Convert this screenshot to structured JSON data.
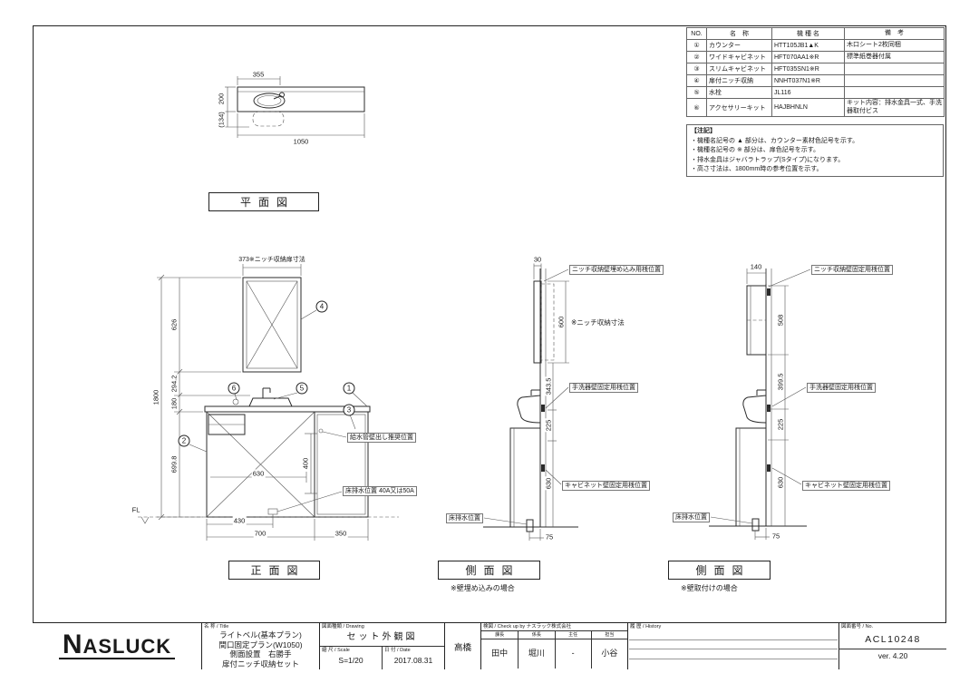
{
  "parts_table": {
    "headers": {
      "no": "NO.",
      "name": "名　称",
      "model": "機 種 名",
      "note": "備　考"
    },
    "rows": [
      {
        "no": "①",
        "name": "カウンター",
        "model": "HTT105JB1▲K",
        "note": "木口シート2枚同梱"
      },
      {
        "no": "②",
        "name": "ワイドキャビネット",
        "model": "HFT070AA1※R",
        "note": "標準紙巻器付属"
      },
      {
        "no": "③",
        "name": "スリムキャビネット",
        "model": "HFT035SN1※R",
        "note": ""
      },
      {
        "no": "④",
        "name": "扉付ニッチ収納",
        "model": "NNHT037N1※R",
        "note": ""
      },
      {
        "no": "⑤",
        "name": "水栓",
        "model": "JL116",
        "note": ""
      },
      {
        "no": "⑥",
        "name": "アクセサリーキット",
        "model": "HAJBHNLN",
        "note": "キット内容：排水金具一式、手洗器取付ビス"
      }
    ]
  },
  "notes": {
    "title": "【注記】",
    "item1": "・機種名記号の ▲ 部分は、カウンター素材色記号を示す。",
    "item2": "・機種名記号の ※ 部分は、扉色記号を示す。",
    "item3": "・排水金具はジャバラトラップ(Sタイプ)になります。",
    "item4": "・高さ寸法は、1800mm時の参考位置を示す。"
  },
  "plan_view": {
    "label": "平面図",
    "dim_355": "355",
    "dim_200": "200",
    "dim_134": "(134)",
    "dim_1050": "1050"
  },
  "front_view": {
    "label": "正面図",
    "dim_niche": "373※ニッチ収納扉寸法",
    "dim_626": "626",
    "dim_294": "294.2",
    "dim_180": "180",
    "dim_699": "699.8",
    "dim_1800": "1800",
    "dim_630": "630",
    "dim_400": "400",
    "dim_430": "430",
    "dim_700": "700",
    "dim_350": "350",
    "fl": "FL",
    "label_supply": "給水管壁出し推奨位置",
    "label_drain": "床排水位置 40A又は50A",
    "c1": "1",
    "c2": "2",
    "c3": "3",
    "c4": "4",
    "c5": "5",
    "c6": "6"
  },
  "side1": {
    "label": "側面図",
    "caption": "※壁埋め込みの場合",
    "dim_30": "30",
    "dim_600": "600",
    "note_600": "※ニッチ収納寸法",
    "dim_343": "343.5",
    "dim_225": "225",
    "dim_630": "630",
    "dim_75": "75",
    "label_rail_niche": "ニッチ収納壁埋め込み用桟位置",
    "label_rail_basin": "手洗器壁固定用桟位置",
    "label_rail_cabinet": "キャビネット壁固定用桟位置",
    "label_drain": "床排水位置"
  },
  "side2": {
    "label": "側面図",
    "caption": "※壁取付けの場合",
    "dim_140": "140",
    "dim_508": "508",
    "dim_399": "399.5",
    "dim_225": "225",
    "dim_630": "630",
    "dim_75": "75",
    "label_rail_niche": "ニッチ収納壁固定用桟位置",
    "label_rail_basin": "手洗器壁固定用桟位置",
    "label_rail_cabinet": "キャビネット壁固定用桟位置",
    "label_drain": "床排水位置"
  },
  "title_block": {
    "logo": "NASLUCK",
    "title_label": "名 称 / Title",
    "title_line1": "ライトベル(基本プラン)",
    "title_line2": "間口固定プラン(W1050)",
    "title_line3": "側面設置　右勝手",
    "title_line4": "扉付ニッチ収納セット",
    "drawing_label": "図面種類 / Drawing",
    "drawing_value": "セット外観図",
    "scale_label": "縮 尺 / Scale",
    "scale_value": "S=1/20",
    "date_label": "日 付 / Date",
    "date_value": "2017.08.31",
    "drafter_name": "高橋",
    "check_label": "検図 / Check up by ナスラック株式会社",
    "checker_h1": "課長",
    "checker_h2": "係長",
    "checker_h3": "主任",
    "checker_h4": "担当",
    "checker_1": "田中",
    "checker_2": "堀川",
    "checker_3": "-",
    "checker_4": "小谷",
    "history_label": "履 歴 / History",
    "no_label": "図面番号 / No.",
    "no_value": "ACL10248",
    "version": "ver. 4.20"
  }
}
